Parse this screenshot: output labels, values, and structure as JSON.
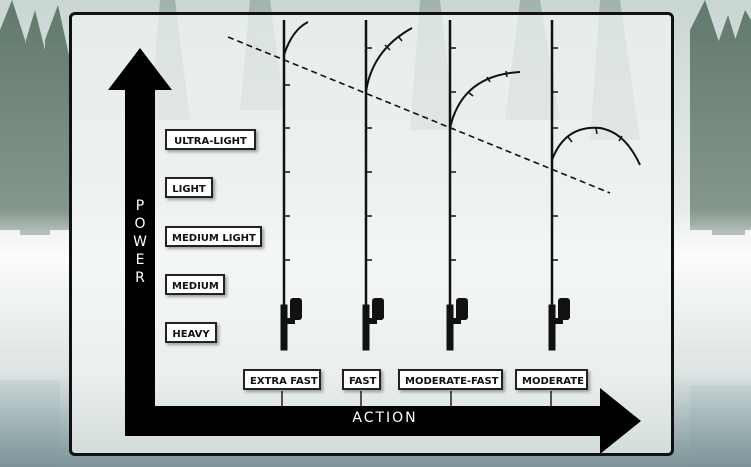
{
  "power_axis": {
    "title": "POWER",
    "levels": [
      "ULTRA-LIGHT",
      "LIGHT",
      "MEDIUM LIGHT",
      "MEDIUM",
      "HEAVY"
    ]
  },
  "action_axis": {
    "title": "ACTION",
    "types": [
      "EXTRA FAST",
      "FAST",
      "MODERATE-FAST",
      "MODERATE"
    ]
  },
  "colors": {
    "arrow": "#000000",
    "label_bg": "#ffffff",
    "rod": "#111111",
    "panel_border": "#111111"
  },
  "icons": [
    "fishing-rod-icon",
    "spinning-reel-icon",
    "dashed-trend-line"
  ]
}
